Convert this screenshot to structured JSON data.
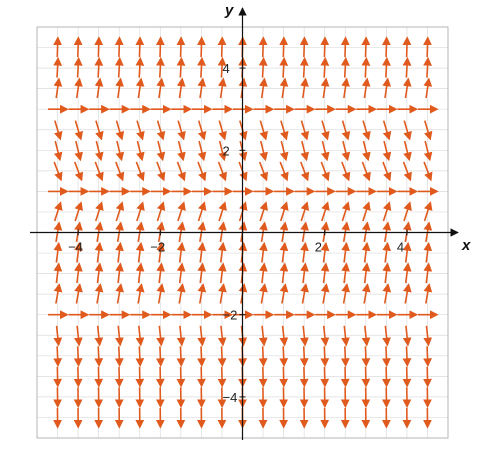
{
  "chart_data": {
    "type": "direction_field",
    "xlabel": "x",
    "ylabel": "y",
    "xlim": [
      -5,
      5
    ],
    "ylim": [
      -5,
      5
    ],
    "x_ticks": [
      -4,
      -2,
      2,
      4
    ],
    "y_ticks": [
      -4,
      -2,
      2,
      4
    ],
    "x_tick_labels": [
      "−4",
      "−2",
      "2",
      "4"
    ],
    "y_tick_labels": [
      "−4",
      "−2",
      "2",
      "4"
    ],
    "grid": true,
    "grid_step": 0.5,
    "arrow_color": "#e05a1e",
    "sample_step": 0.5,
    "equilibrium_lines_y": [
      -2,
      1,
      3
    ],
    "slope_field_rule": "y' = (y - 3)(y - 1)(y + 2)"
  }
}
